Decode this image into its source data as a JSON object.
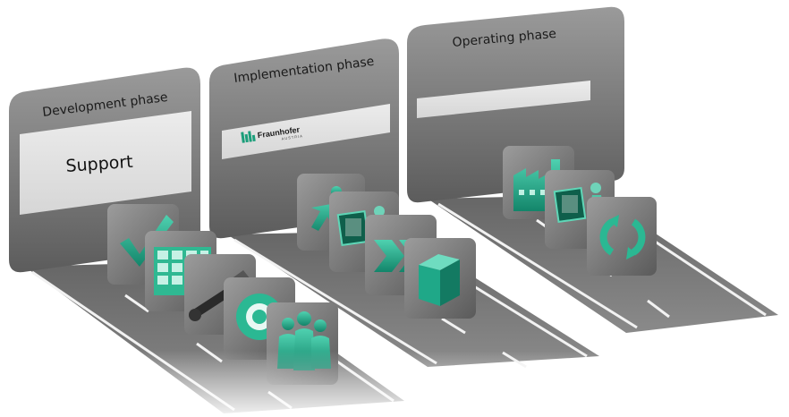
{
  "phases": [
    {
      "title": "Development phase",
      "banner_text": "Support"
    },
    {
      "title": "Implementation phase",
      "logo": {
        "name": "Fraunhofer",
        "sub": "AUSTRIA"
      }
    },
    {
      "title": "Operating phase"
    }
  ],
  "icons": {
    "development": [
      "checkmark-icon",
      "grid-table-icon",
      "wrench-icon",
      "target-icon",
      "people-group-icon"
    ],
    "implementation": [
      "person-running-icon",
      "presentation-icon",
      "chevron-arrows-icon",
      "cube-icon"
    ],
    "operating": [
      "factory-icon",
      "presentation-icon",
      "refresh-cycle-icon"
    ]
  },
  "colors": {
    "accent": "#1fa888",
    "panel": "#8c8c8c",
    "road": "#7d7d7d",
    "tile": "#7a7a7a"
  }
}
